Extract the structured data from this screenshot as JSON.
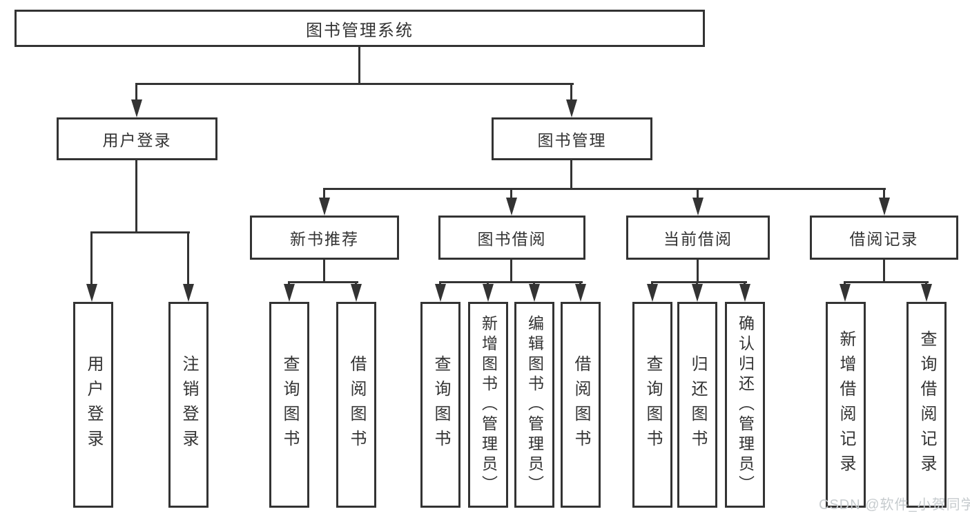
{
  "diagram": {
    "root": {
      "label": "图书管理系统"
    },
    "branches": [
      {
        "label": "用户登录",
        "children": [
          {
            "label": "用户登录"
          },
          {
            "label": "注销登录"
          }
        ]
      },
      {
        "label": "图书管理",
        "children": [
          {
            "label": "新书推荐",
            "children": [
              {
                "label": "查询图书"
              },
              {
                "label": "借阅图书"
              }
            ]
          },
          {
            "label": "图书借阅",
            "children": [
              {
                "label": "查询图书"
              },
              {
                "label": "新增图书（管理员）"
              },
              {
                "label": "编辑图书（管理员）"
              },
              {
                "label": "借阅图书"
              }
            ]
          },
          {
            "label": "当前借阅",
            "children": [
              {
                "label": "查询图书"
              },
              {
                "label": "归还图书"
              },
              {
                "label": "确认归还（管理员）"
              }
            ]
          },
          {
            "label": "借阅记录",
            "children": [
              {
                "label": "新增借阅记录"
              },
              {
                "label": "查询借阅记录"
              }
            ]
          }
        ]
      }
    ]
  },
  "watermark": {
    "text": "CSDN @软件_小贺同学"
  },
  "colors": {
    "line": "#333333",
    "text": "#333333",
    "watermark": "#c6cbce",
    "background": "#ffffff"
  }
}
